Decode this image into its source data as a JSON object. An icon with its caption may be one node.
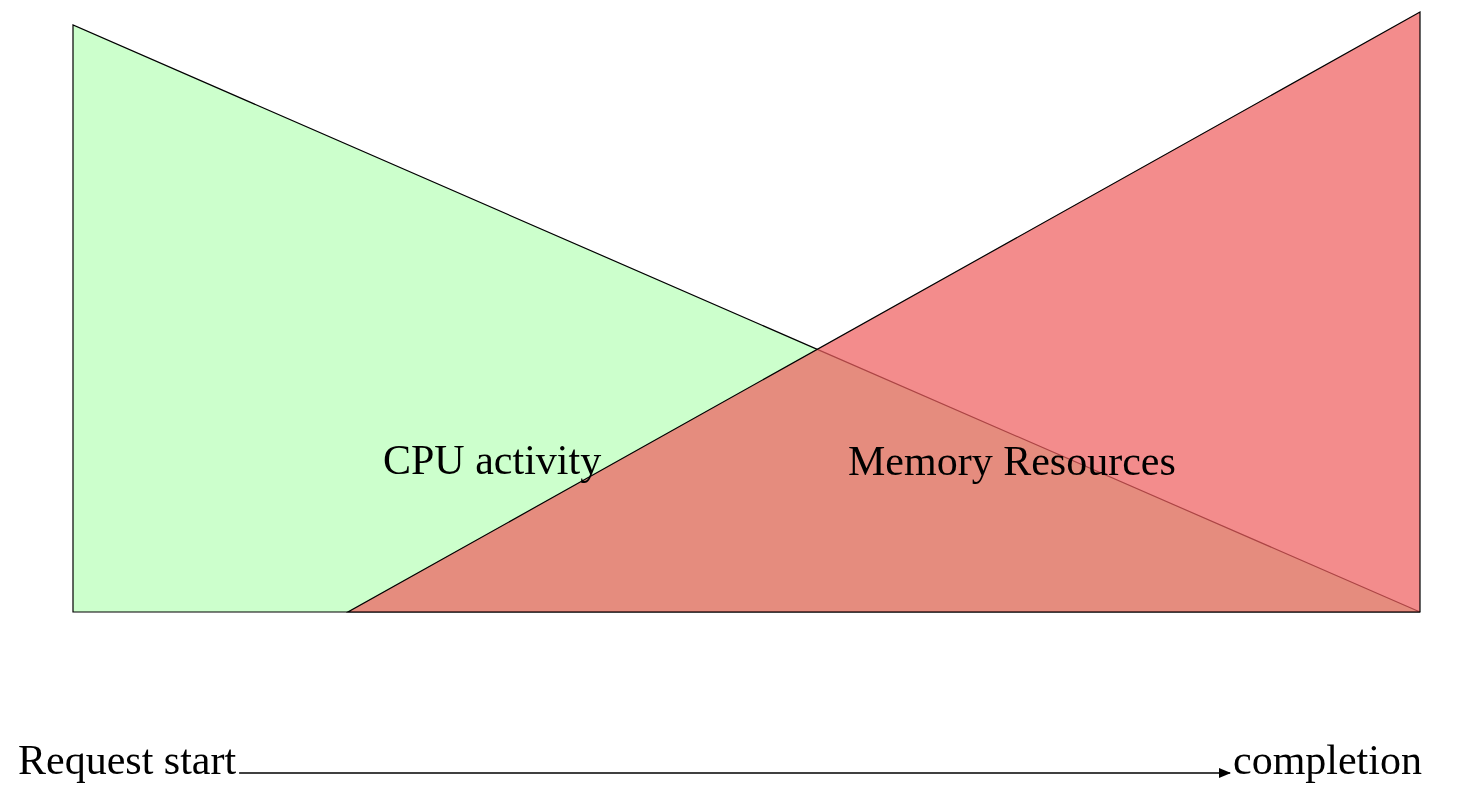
{
  "diagram": {
    "nodes": [
      {
        "text": [
          "CPU activity"
        ]
      },
      {
        "text": [
          "Memory Resources"
        ]
      },
      {
        "text": [
          "Request start"
        ]
      },
      {
        "text": [
          "completion"
        ]
      }
    ],
    "edges": [
      {
        "from": 2,
        "to": 3,
        "arrow": "to"
      }
    ]
  }
}
